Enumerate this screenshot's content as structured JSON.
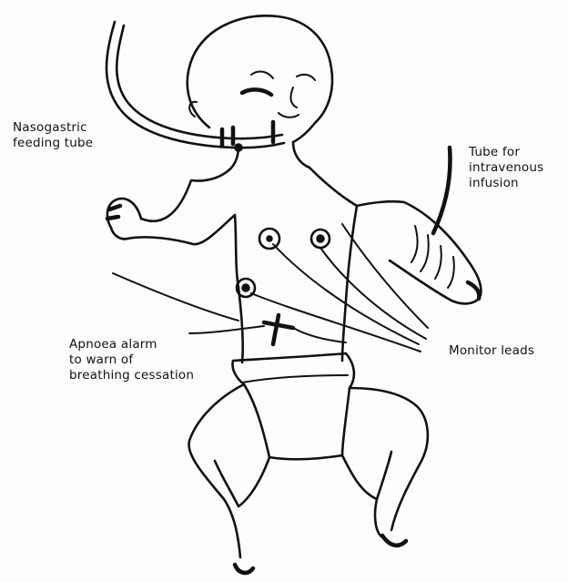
{
  "labels": {
    "nasogastric": "Nasogastric\nfeeding tube",
    "intravenous": "Tube for\nintravenous\ninfusion",
    "apnoea": "Apnoea alarm\nto warn of\nbreathing cessation",
    "monitor": "Monitor leads"
  },
  "colors": {
    "ink": "#111111",
    "background": "#fdfdfd"
  }
}
